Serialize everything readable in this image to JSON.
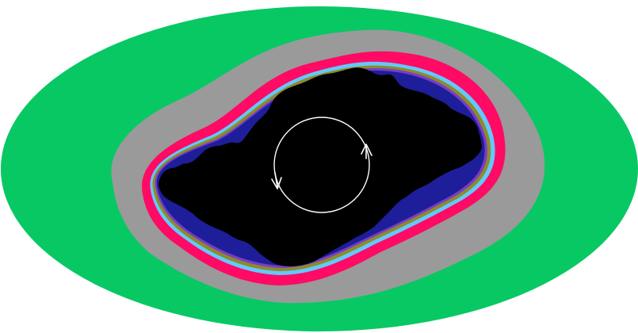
{
  "figure": {
    "background_color": "#ffffff",
    "layers": [
      {
        "name": "outer-escape-band",
        "color": "#08c864"
      },
      {
        "name": "gray-escape-band",
        "color": "#9a9a9a"
      },
      {
        "name": "magenta-escape-band",
        "color": "#ff0a64"
      },
      {
        "name": "light-blue-escape-band",
        "color": "#64c8ff"
      },
      {
        "name": "olive-escape-band",
        "color": "#8c8c28"
      },
      {
        "name": "violet-escape-band",
        "color": "#7a3cc8"
      },
      {
        "name": "navy-escape-band",
        "color": "#1e1e9a"
      },
      {
        "name": "filled-julia-set",
        "color": "#000000"
      }
    ],
    "orbit_circle": {
      "color": "#ffffff",
      "arrows": [
        "up-arrow-icon",
        "down-arrow-icon"
      ]
    }
  }
}
